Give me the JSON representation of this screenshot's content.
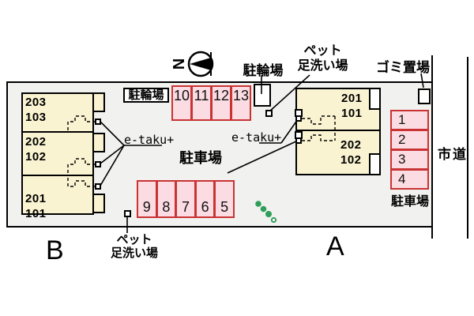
{
  "compass": {
    "north_label": "N"
  },
  "road": {
    "label": "市道"
  },
  "garbage": {
    "label": "ゴミ置場"
  },
  "pet_wash_top": {
    "line1": "ペット",
    "line2": "足洗い場"
  },
  "pet_wash_bottom": {
    "line1": "ペット",
    "line2": "足洗い場"
  },
  "bike_parking_left": {
    "label": "駐輪場",
    "spots": [
      "10",
      "11",
      "12",
      "13"
    ]
  },
  "bike_parking_top": {
    "label": "駐輪場"
  },
  "parking_center": {
    "label": "駐車場",
    "spots": [
      "9",
      "8",
      "7",
      "6",
      "5"
    ]
  },
  "parking_right": {
    "label": "駐車場",
    "spots": [
      "1",
      "2",
      "3",
      "4"
    ]
  },
  "etaku_left": {
    "label": "e-taku+"
  },
  "etaku_right": {
    "label": "e-taku+"
  },
  "building_b": {
    "letter": "B",
    "units": [
      {
        "upper": "203",
        "lower": "103"
      },
      {
        "upper": "202",
        "lower": "102"
      },
      {
        "upper": "201",
        "lower": "101"
      }
    ]
  },
  "building_a": {
    "letter": "A",
    "units": [
      {
        "upper": "201",
        "lower": "101"
      },
      {
        "upper": "202",
        "lower": "102"
      }
    ]
  },
  "colors": {
    "site_fill": "#f1f1ef",
    "building_fill": "#faf3d1",
    "parking_fill": "#fbdce2",
    "parking_border": "#c93333",
    "line": "#000000",
    "shrub_green": "#2f9e5a"
  }
}
